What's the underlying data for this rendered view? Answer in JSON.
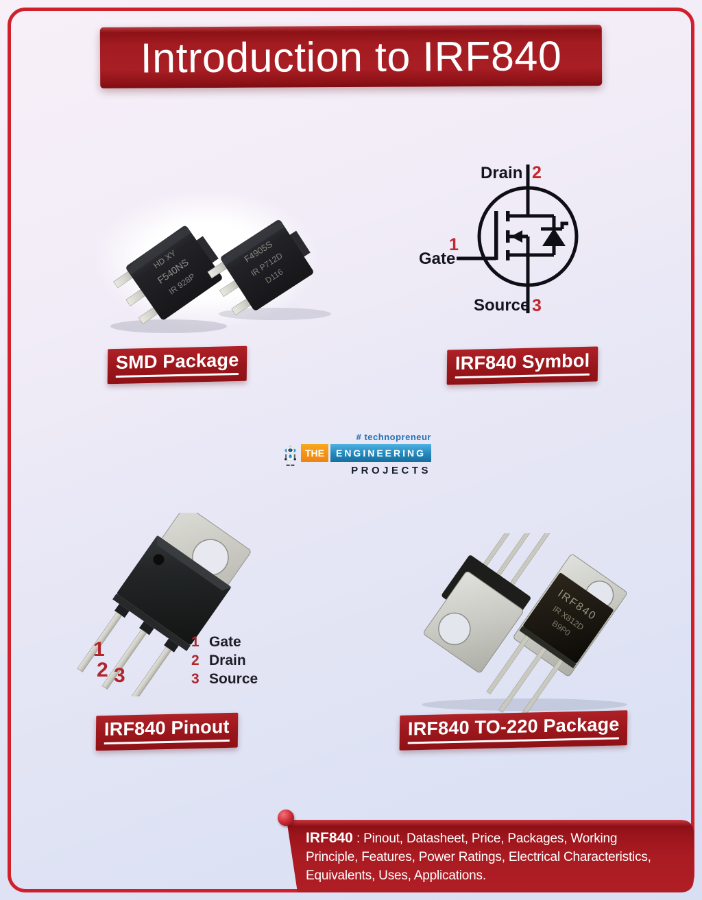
{
  "poster": {
    "title": "Introduction to IRF840"
  },
  "sections": {
    "smd": {
      "label": "SMD Package",
      "chips": [
        {
          "line1": "HD XY",
          "line2": "F540NS",
          "line3": "IR 928P"
        },
        {
          "line1": "F4905S",
          "line2": "IR P712D",
          "line3": "D116"
        }
      ]
    },
    "symbol": {
      "label": "IRF840 Symbol",
      "drain": {
        "name": "Drain",
        "num": "2"
      },
      "gate": {
        "name": "Gate",
        "num": "1"
      },
      "source": {
        "name": "Source",
        "num": "3"
      }
    },
    "pinout": {
      "label": "IRF840 Pinout",
      "pin1": "1",
      "pin2": "2",
      "pin3": "3",
      "legend": [
        {
          "num": "1",
          "name": "Gate"
        },
        {
          "num": "2",
          "name": "Drain"
        },
        {
          "num": "3",
          "name": "Source"
        }
      ]
    },
    "to220": {
      "label": "IRF840 TO-220 Package",
      "marking": {
        "line1": "IRF840",
        "line2": "IR X812D",
        "line3": "B9P0"
      }
    }
  },
  "logo": {
    "tagline": "# technopreneur",
    "the": "THE",
    "engineering": "ENGINEERING",
    "projects": "PROJECTS"
  },
  "footer": {
    "bold": "IRF840",
    "line1_rest": " : Pinout, Datasheet, Price, Packages, Working",
    "line2": "Principle, Features, Power Ratings, Electrical Characteristics,",
    "line3": "Equivalents, Uses, Applications."
  },
  "colors": {
    "frame_red": "#cf202c",
    "banner_red": "#a31c21",
    "number_red": "#b1262b"
  }
}
